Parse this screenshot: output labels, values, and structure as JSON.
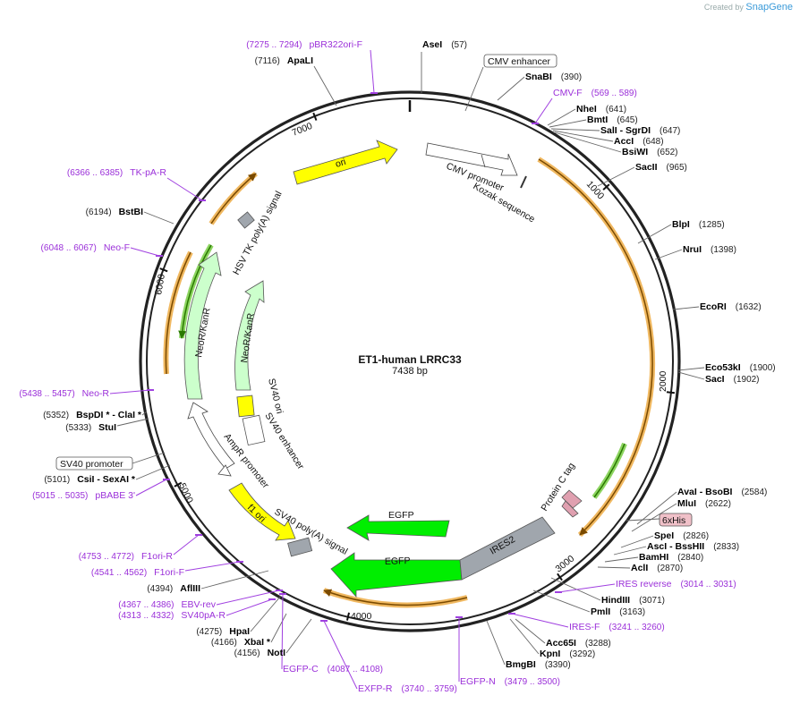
{
  "credit": {
    "prefix": "Created by",
    "brand": "SnapGene"
  },
  "plasmid": {
    "name": "ET1-human LRRC33",
    "length_label": "7438 bp",
    "length": 7438
  },
  "ticks": [
    "1000",
    "2000",
    "3000",
    "4000",
    "5000",
    "6000",
    "7000"
  ],
  "sites": [
    {
      "name": "AseI",
      "pos": "(57)"
    },
    {
      "name": "SnaBI",
      "pos": "(390)"
    },
    {
      "name": "NheI",
      "pos": "(641)"
    },
    {
      "name": "BmtI",
      "pos": "(645)"
    },
    {
      "name": "SalI - SgrDI",
      "pos": "(647)"
    },
    {
      "name": "AccI",
      "pos": "(648)"
    },
    {
      "name": "BsiWI",
      "pos": "(652)"
    },
    {
      "name": "SacII",
      "pos": "(965)"
    },
    {
      "name": "BlpI",
      "pos": "(1285)"
    },
    {
      "name": "NruI",
      "pos": "(1398)"
    },
    {
      "name": "EcoRI",
      "pos": "(1632)"
    },
    {
      "name": "Eco53kI",
      "pos": "(1900)"
    },
    {
      "name": "SacI",
      "pos": "(1902)"
    },
    {
      "name": "AvaI - BsoBI",
      "pos": "(2584)"
    },
    {
      "name": "MluI",
      "pos": "(2622)"
    },
    {
      "name": "SpeI",
      "pos": "(2826)"
    },
    {
      "name": "AscI - BssHII",
      "pos": "(2833)"
    },
    {
      "name": "BamHI",
      "pos": "(2840)"
    },
    {
      "name": "AclI",
      "pos": "(2870)"
    },
    {
      "name": "HindIII",
      "pos": "(3071)"
    },
    {
      "name": "PmlI",
      "pos": "(3163)"
    },
    {
      "name": "Acc65I",
      "pos": "(3288)"
    },
    {
      "name": "KpnI",
      "pos": "(3292)"
    },
    {
      "name": "BmgBI",
      "pos": "(3390)"
    },
    {
      "name": "NotI",
      "pos": "(4156)"
    },
    {
      "name": "XbaI *",
      "pos": "(4166)"
    },
    {
      "name": "HpaI",
      "pos": "(4275)"
    },
    {
      "name": "AflIII",
      "pos": "(4394)"
    },
    {
      "name": "CsiI - SexAI *",
      "pos": "(5101)"
    },
    {
      "name": "StuI",
      "pos": "(5333)"
    },
    {
      "name": "BspDI * - ClaI *",
      "pos": "(5352)"
    },
    {
      "name": "BstBI",
      "pos": "(6194)"
    },
    {
      "name": "ApaLI",
      "pos": "(7116)"
    }
  ],
  "primers": [
    {
      "name": "pBR322ori-F",
      "pos": "(7275 .. 7294)"
    },
    {
      "name": "CMV-F",
      "pos": "(569 .. 589)"
    },
    {
      "name": "IRES reverse",
      "pos": "(3014 .. 3031)"
    },
    {
      "name": "IRES-F",
      "pos": "(3241 .. 3260)"
    },
    {
      "name": "EGFP-N",
      "pos": "(3479 .. 3500)"
    },
    {
      "name": "EXFP-R",
      "pos": "(3740 .. 3759)"
    },
    {
      "name": "EGFP-C",
      "pos": "(4087 .. 4108)"
    },
    {
      "name": "SV40pA-R",
      "pos": "(4313 .. 4332)"
    },
    {
      "name": "EBV-rev",
      "pos": "(4367 .. 4386)"
    },
    {
      "name": "F1ori-F",
      "pos": "(4541 .. 4562)"
    },
    {
      "name": "F1ori-R",
      "pos": "(4753 .. 4772)"
    },
    {
      "name": "pBABE 3'",
      "pos": "(5015 .. 5035)"
    },
    {
      "name": "Neo-R",
      "pos": "(5438 .. 5457)"
    },
    {
      "name": "Neo-F",
      "pos": "(6048 .. 6067)"
    },
    {
      "name": "TK-pA-R",
      "pos": "(6366 .. 6385)"
    }
  ],
  "boxed_features": [
    "CMV enhancer",
    "SV40 promoter",
    "6xHis"
  ],
  "features": [
    {
      "name": "ori",
      "color": "#ffff00"
    },
    {
      "name": "CMV promoter",
      "color": "#ffffff"
    },
    {
      "name": "Kozak sequence",
      "color": "#ffffff"
    },
    {
      "name": "HSV TK poly(A) signal",
      "color": "#a0a6ad"
    },
    {
      "name": "NeoR/KanR",
      "color": "#ccffcc"
    },
    {
      "name": "SV40 ori",
      "color": "#ffff00"
    },
    {
      "name": "SV40 enhancer",
      "color": "#ffffff"
    },
    {
      "name": "AmpR promoter",
      "color": "#ffffff"
    },
    {
      "name": "f1 ori",
      "color": "#ffff00"
    },
    {
      "name": "SV40 poly(A) signal",
      "color": "#a0a6ad"
    },
    {
      "name": "EGFP",
      "color": "#00ee00"
    },
    {
      "name": "IRES2",
      "color": "#a0a6ad"
    },
    {
      "name": "Protein C tag",
      "color": "#e0a0b0"
    }
  ],
  "colors": {
    "backbone": "#222222",
    "primer": "#9b30d9",
    "orf": "#f0b860"
  }
}
